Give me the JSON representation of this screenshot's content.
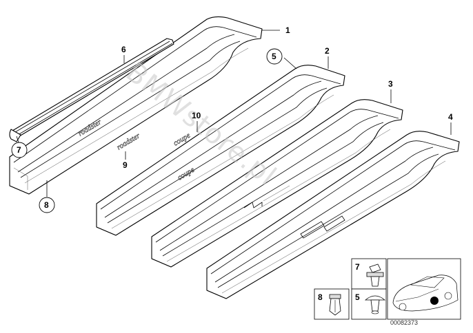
{
  "watermark": "BMWstore.pl",
  "diagram_number": "00082373",
  "callouts": [
    {
      "id": "c1",
      "label": "1",
      "circled": false
    },
    {
      "id": "c2",
      "label": "2",
      "circled": false
    },
    {
      "id": "c3",
      "label": "3",
      "circled": false
    },
    {
      "id": "c4",
      "label": "4",
      "circled": false
    },
    {
      "id": "c5",
      "label": "5",
      "circled": true
    },
    {
      "id": "c6",
      "label": "6",
      "circled": false
    },
    {
      "id": "c7",
      "label": "7",
      "circled": true
    },
    {
      "id": "c8",
      "label": "8",
      "circled": true
    },
    {
      "id": "c9",
      "label": "9",
      "circled": false
    },
    {
      "id": "c10",
      "label": "10",
      "circled": false
    }
  ],
  "emblems": {
    "roadster": "roadster",
    "coupe": "coupe"
  },
  "inset_parts": [
    {
      "label": "7",
      "part": "expanding-rivet"
    },
    {
      "label": "8",
      "part": "push-clip"
    },
    {
      "label": "5",
      "part": "mushroom-clip"
    }
  ]
}
